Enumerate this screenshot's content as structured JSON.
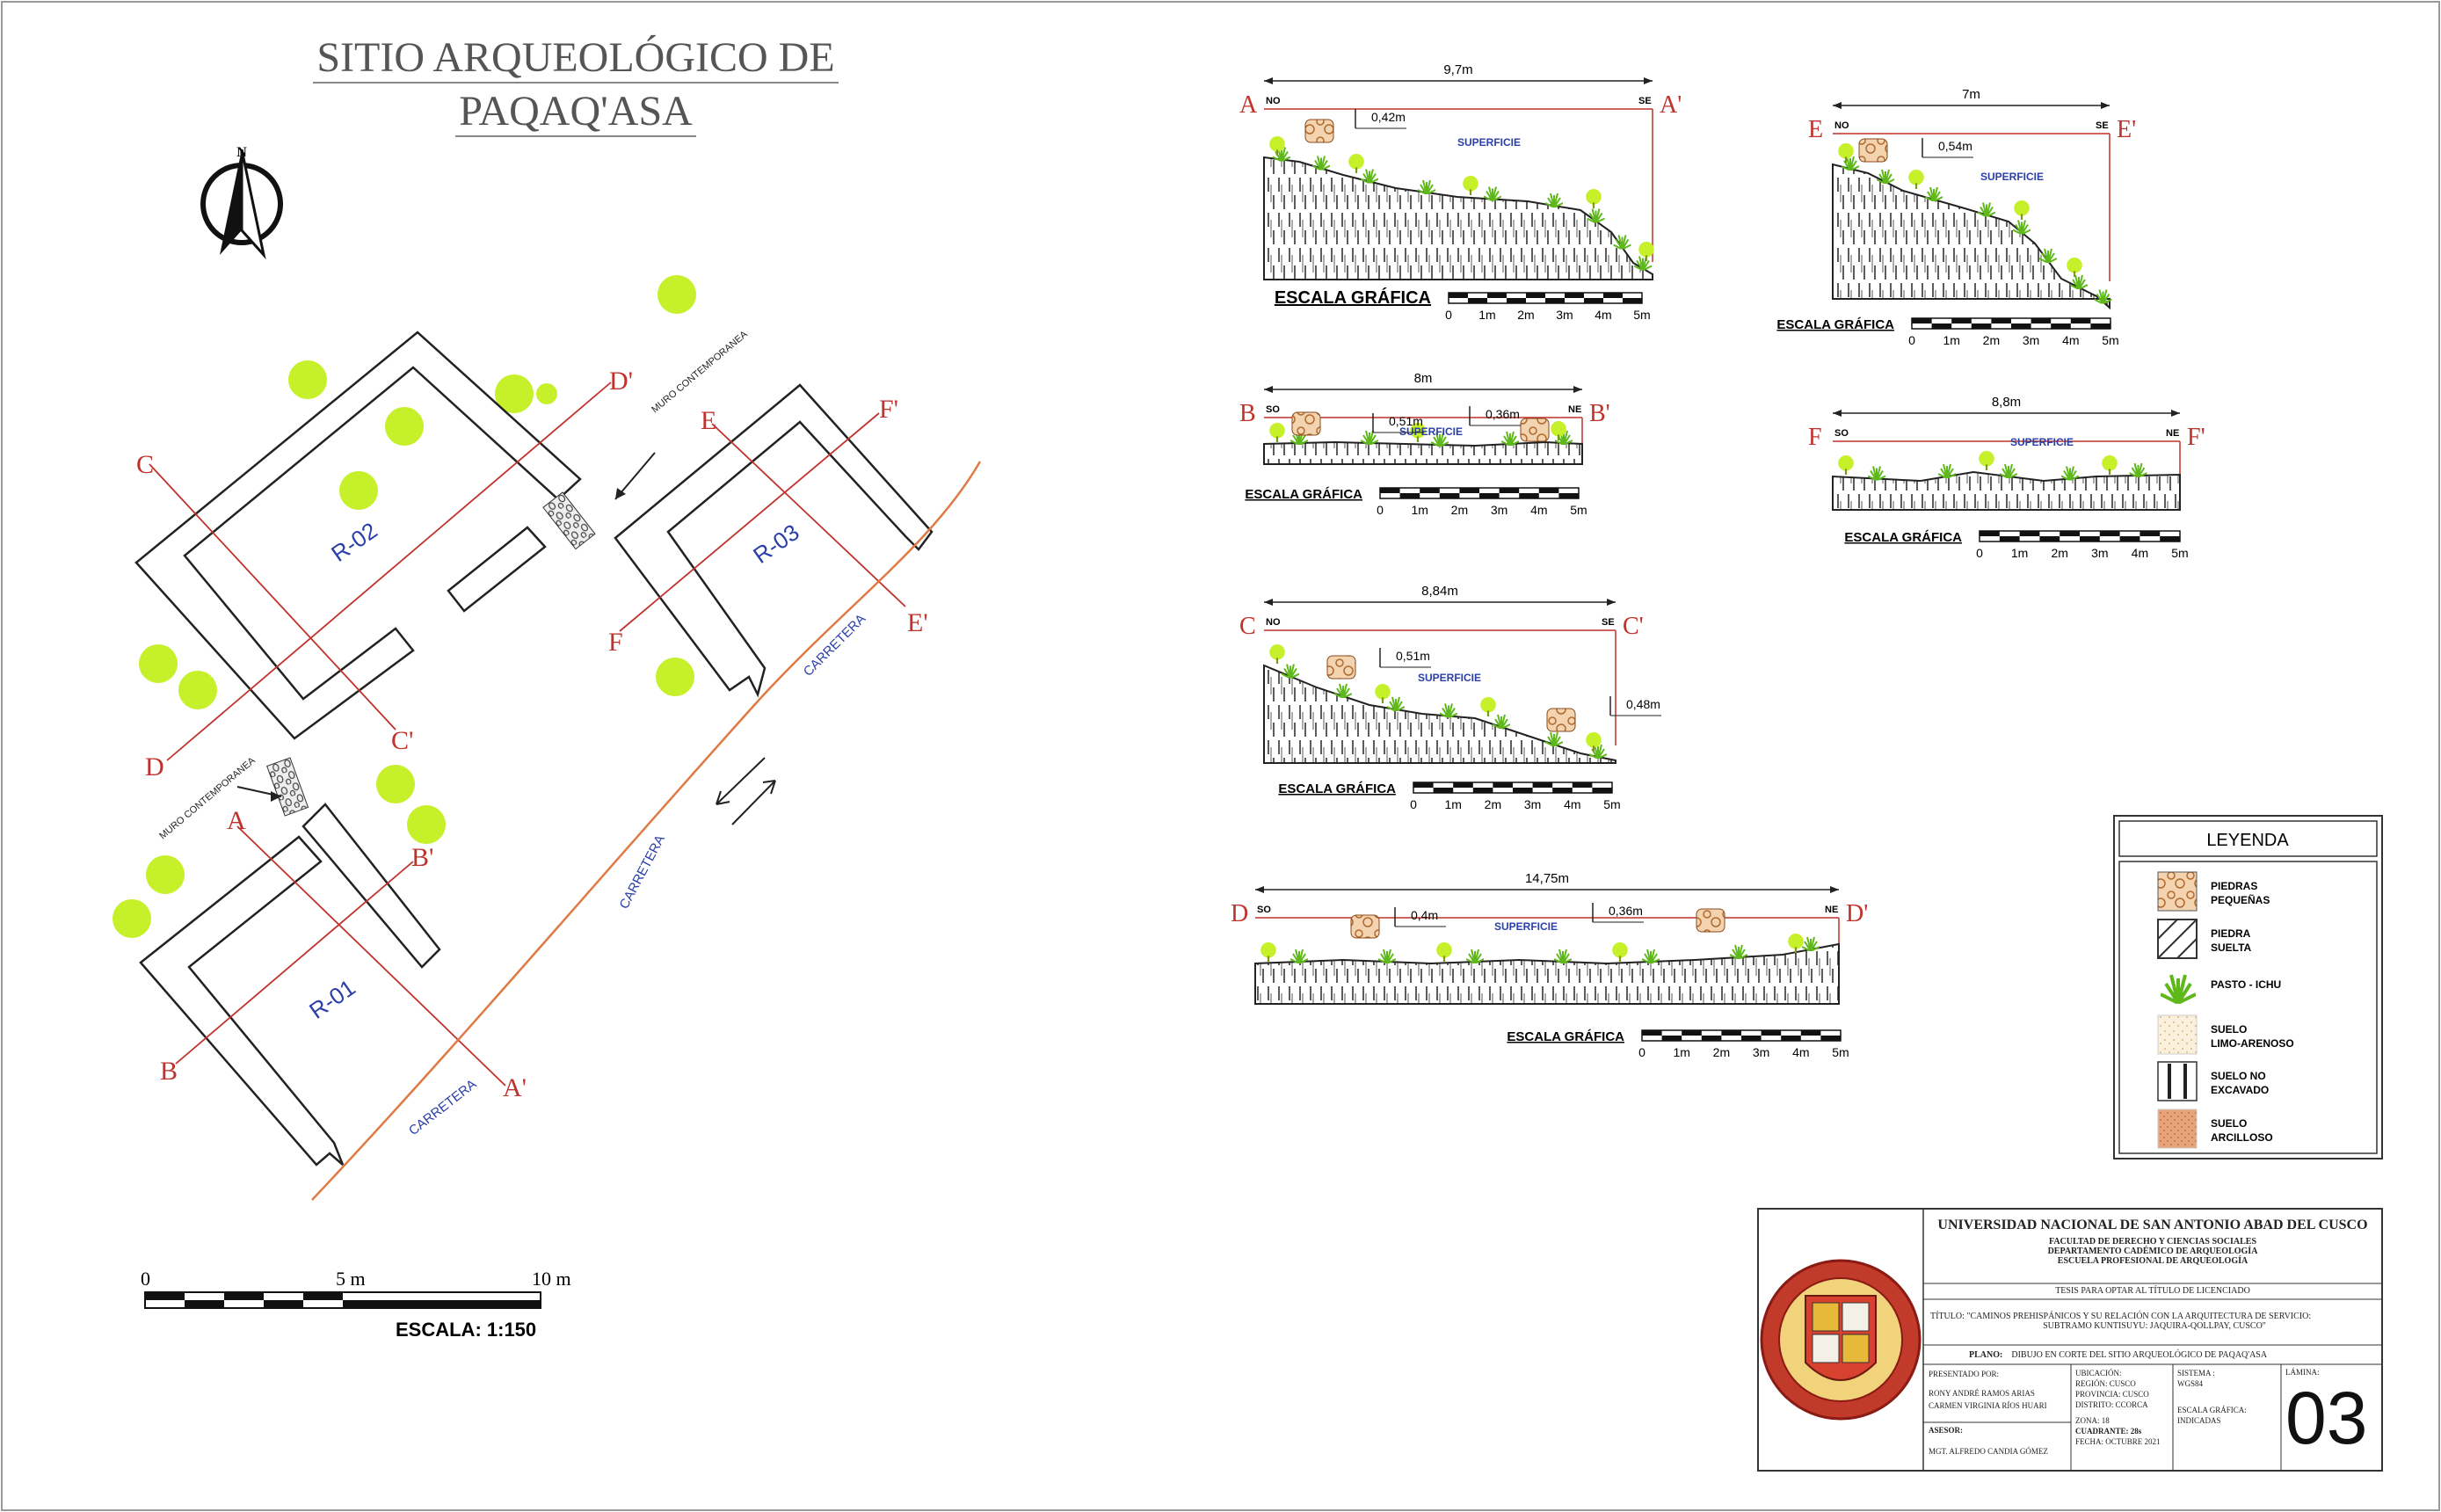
{
  "title": {
    "line1": "SITIO ARQUEOLÓGICO DE",
    "line2": "PAQAQ'ASA"
  },
  "north": "N",
  "colors": {
    "red": "#c0322c",
    "grass": "#7dc41f",
    "tree": "#c6f02a",
    "road": "#e07a45",
    "ink": "#222222",
    "blue": "#2a3fa8"
  },
  "plan": {
    "rooms": [
      "R-01",
      "R-02",
      "R-03"
    ],
    "road_label": "CARRETERA",
    "wall_label": "MURO CONTEMPORANEA",
    "section_letters": {
      "A": "A",
      "A2": "A'",
      "B": "B",
      "B2": "B'",
      "C": "C",
      "C2": "C'",
      "D": "D",
      "D2": "D'",
      "E": "E",
      "E2": "E'",
      "F": "F",
      "F2": "F'"
    },
    "scale_ticks": [
      "0",
      "5 m",
      "10 m"
    ],
    "scale_text": "ESCALA: 1:150"
  },
  "sections": [
    {
      "start": "A",
      "end": "A'",
      "dir_left": "NO",
      "dir_right": "SE",
      "length": "9,7m",
      "dims": [
        "0,42m"
      ],
      "surface": "SUPERFICIE",
      "scale_title": "ESCALA GRÁFICA"
    },
    {
      "start": "E",
      "end": "E'",
      "dir_left": "NO",
      "dir_right": "SE",
      "length": "7m",
      "dims": [
        "0,54m"
      ],
      "surface": "SUPERFICIE",
      "scale_title": "ESCALA GRÁFICA"
    },
    {
      "start": "B",
      "end": "B'",
      "dir_left": "SO",
      "dir_right": "NE",
      "length": "8m",
      "dims": [
        "0,51m",
        "0,36m"
      ],
      "surface": "SUPERFICIE",
      "scale_title": "ESCALA GRÁFICA"
    },
    {
      "start": "F",
      "end": "F'",
      "dir_left": "SO",
      "dir_right": "NE",
      "length": "8,8m",
      "dims": [],
      "surface": "SUPERFICIE",
      "scale_title": "ESCALA GRÁFICA"
    },
    {
      "start": "C",
      "end": "C'",
      "dir_left": "NO",
      "dir_right": "SE",
      "length": "8,84m",
      "dims": [
        "0,51m",
        "0,48m"
      ],
      "surface": "SUPERFICIE",
      "scale_title": "ESCALA GRÁFICA"
    },
    {
      "start": "D",
      "end": "D'",
      "dir_left": "SO",
      "dir_right": "NE",
      "length": "14,75m",
      "dims": [
        "0,4m",
        "0,36m"
      ],
      "surface": "SUPERFICIE",
      "scale_title": "ESCALA GRÁFICA"
    }
  ],
  "scale_bar_ticks": [
    "0",
    "1m",
    "2m",
    "3m",
    "4m",
    "5m"
  ],
  "legend": {
    "title": "LEYENDA",
    "items": [
      {
        "icon": "small-stones-icon",
        "label1": "PIEDRAS",
        "label2": "PEQUEÑAS"
      },
      {
        "icon": "loose-stone-icon",
        "label1": "PIEDRA",
        "label2": "SUELTA"
      },
      {
        "icon": "grass-icon",
        "label1": "PASTO - ICHU",
        "label2": ""
      },
      {
        "icon": "silty-sand-soil-icon",
        "label1": "SUELO",
        "label2": "LIMO-ARENOSO"
      },
      {
        "icon": "unexcavated-soil-icon",
        "label1": "SUELO NO",
        "label2": "EXCAVADO"
      },
      {
        "icon": "clay-soil-icon",
        "label1": "SUELO",
        "label2": "ARCILLOSO"
      }
    ]
  },
  "titleblock": {
    "university": "UNIVERSIDAD NACIONAL DE SAN ANTONIO ABAD DEL CUSCO",
    "faculty": "FACULTAD DE DERECHO Y CIENCIAS SOCIALES",
    "department": "DEPARTAMENTO CADÉMICO DE ARQUEOLOGÍA",
    "school": "ESCUELA PROFESIONAL DE ARQUEOLOGÍA",
    "thesis": "TESIS PARA OPTAR AL TÍTULO DE LICENCIADO",
    "titulo_label": "TÍTULO:",
    "titulo_line1": "\"CAMINOS PREHISPÁNICOS Y SU RELACIÓN CON LA ARQUITECTURA DE SERVICIO:",
    "titulo_line2": "SUBTRAMO KUNTISUYU: JAQUIRA-QOLLPAY, CUSCO\"",
    "plano_label": "PLANO:",
    "plano": "DIBUJO EN CORTE DEL SITIO ARQUEOLÓGICO DE PAQAQ'ASA",
    "presentado_label": "PRESENTADO POR:",
    "author1": "RONY ANDRÉ RAMOS ARIAS",
    "author2": "CARMEN VIRGINIA RÍOS HUARI",
    "asesor_label": "ASESOR:",
    "asesor": "MGT. ALFREDO CANDIA GÓMEZ",
    "ubicacion_label": "UBICACIÓN:",
    "region": "REGIÓN:    CUSCO",
    "provincia": "PROVINCIA: CUSCO",
    "distrito": "DISTRITO:   CCORCA",
    "zona": "ZONA: 18",
    "cuadrante": "CUADRANTE: 28s",
    "fecha": "FECHA: OCTUBRE 2021",
    "sistema_label": "SISTEMA :",
    "sistema": "WGS84",
    "escala_label": "ESCALA GRÁFICA:",
    "escala": "INDICADAS",
    "lamina_label": "LÁMINA:",
    "lamina": "03"
  }
}
